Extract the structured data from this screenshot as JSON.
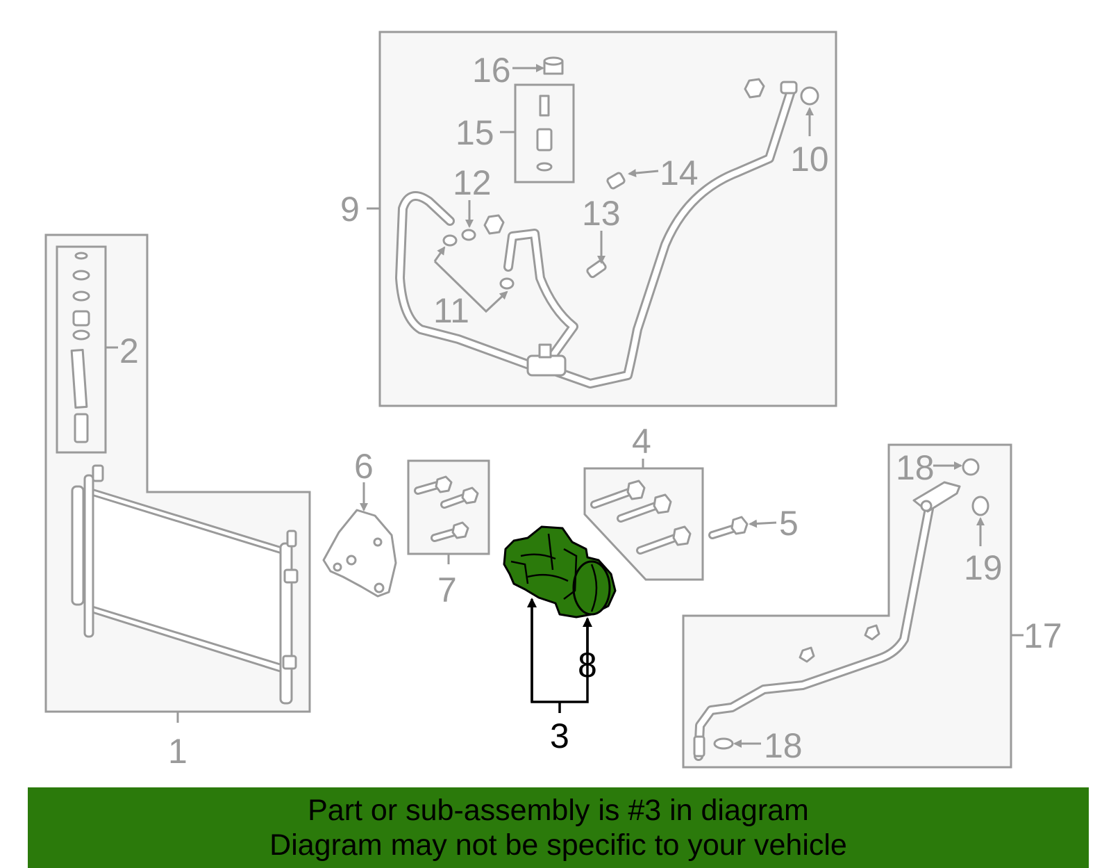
{
  "diagram": {
    "callouts": {
      "c1": "1",
      "c2": "2",
      "c3": "3",
      "c4": "4",
      "c5": "5",
      "c6": "6",
      "c7": "7",
      "c8": "8",
      "c9": "9",
      "c10": "10",
      "c11": "11",
      "c12": "12",
      "c13": "13",
      "c14": "14",
      "c15": "15",
      "c16": "16",
      "c17": "17",
      "c18a": "18",
      "c18b": "18",
      "c19": "19"
    },
    "highlight_callout": "3",
    "colors": {
      "highlight_fill": "#2b7a0b",
      "line_art": "#9a9a9a",
      "box_fill": "#f7f7f7",
      "banner_bg": "#2b7a0b"
    }
  },
  "banner": {
    "line1": "Part or sub-assembly is #3 in diagram",
    "line2": "Diagram may not be specific to your vehicle"
  }
}
